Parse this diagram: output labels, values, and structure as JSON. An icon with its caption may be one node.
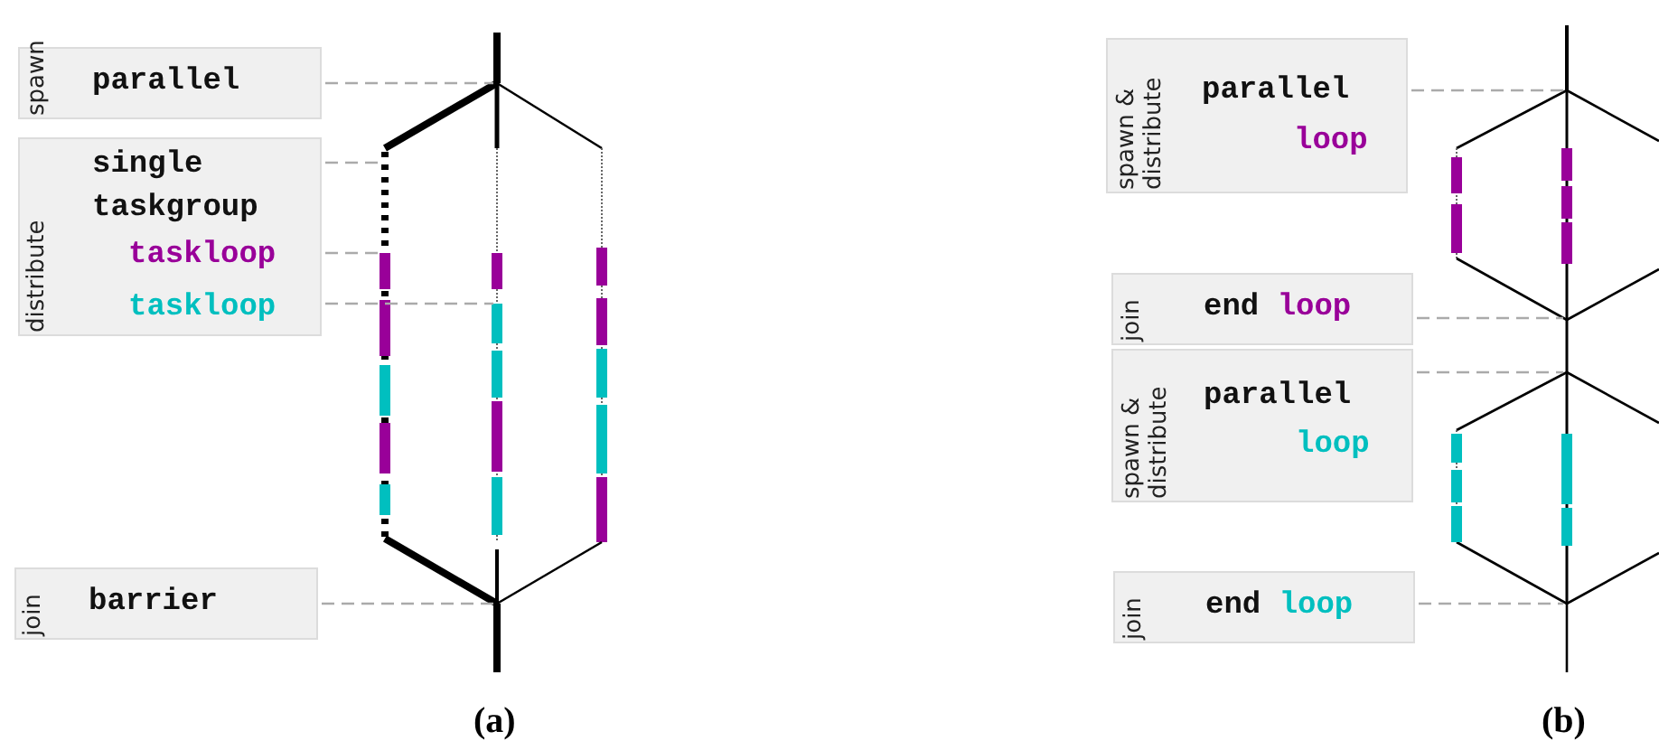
{
  "diagram": {
    "nodes": [
      {
        "text": [
          "spawn",
          "parallel"
        ]
      },
      {
        "text": [
          "distribute",
          "single taskgroup",
          "taskloop",
          "taskloop"
        ]
      },
      {
        "text": [
          "join",
          "barrier"
        ]
      },
      {
        "text": [
          "spawn & distribute",
          "parallel",
          "loop"
        ]
      },
      {
        "text": [
          "join",
          "end loop"
        ]
      },
      {
        "text": [
          "spawn & distribute",
          "parallel",
          "loop"
        ]
      },
      {
        "text": [
          "join",
          "end loop"
        ]
      }
    ],
    "edges": [
      {
        "from": 0,
        "to": null,
        "arrow": "none",
        "style": "dashed"
      },
      {
        "from": 1,
        "to": null,
        "arrow": "none",
        "style": "dashed"
      },
      {
        "from": 1,
        "to": null,
        "arrow": "none",
        "style": "dashed"
      },
      {
        "from": 1,
        "to": null,
        "arrow": "none",
        "style": "dashed"
      },
      {
        "from": 2,
        "to": null,
        "arrow": "none",
        "style": "dashed"
      },
      {
        "from": 3,
        "to": null,
        "arrow": "none",
        "style": "dashed"
      },
      {
        "from": 4,
        "to": null,
        "arrow": "none",
        "style": "dashed"
      },
      {
        "from": 5,
        "to": null,
        "arrow": "none",
        "style": "dashed"
      },
      {
        "from": 6,
        "to": null,
        "arrow": "none",
        "style": "dashed"
      }
    ],
    "labels": [
      "(a)",
      "(b)"
    ]
  }
}
